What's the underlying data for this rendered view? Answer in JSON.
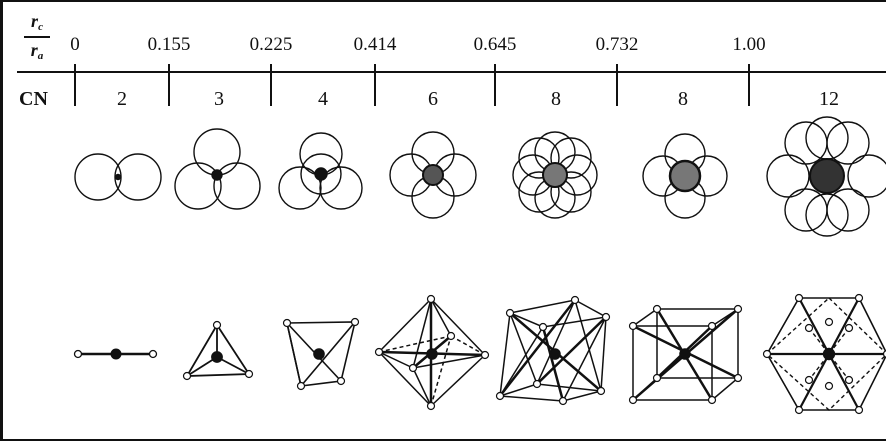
{
  "ratio_label": {
    "numerator": "r",
    "numerator_sub": "c",
    "denominator": "r",
    "denominator_sub": "a"
  },
  "ratio_ticks": [
    "0",
    "0.155",
    "0.225",
    "0.414",
    "0.645",
    "0.732",
    "1.00"
  ],
  "cn_label": "CN",
  "coordination_numbers": [
    "2",
    "3",
    "4",
    "6",
    "8",
    "8",
    "12"
  ],
  "colors": {
    "ink": "#111111",
    "background": "#ffffff"
  }
}
